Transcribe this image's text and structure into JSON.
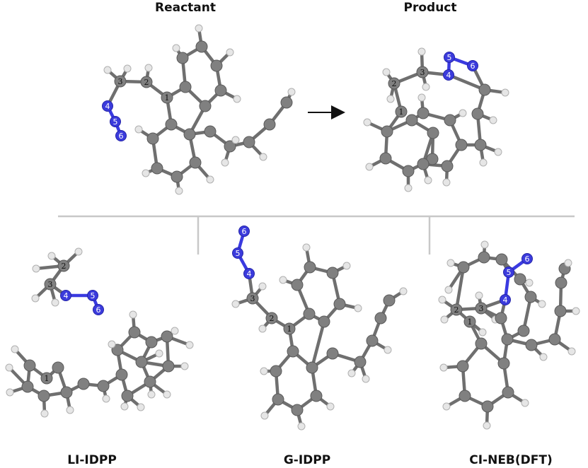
{
  "titles": {
    "reactant": "Reactant",
    "product": "Product",
    "li_idpp": "LI-IDPP",
    "g_idpp": "G-IDPP",
    "ci_neb": "CI-NEB(DFT)"
  },
  "atom_labels": {
    "c1": "1",
    "c2": "2",
    "c3": "3",
    "n4": "4",
    "n5": "5",
    "n6": "6"
  },
  "colors": {
    "carbon": "#808080",
    "hydrogen": "#e6e6e6",
    "nitrogen": "#3b3bdc",
    "divider": "#c8c8c8"
  }
}
